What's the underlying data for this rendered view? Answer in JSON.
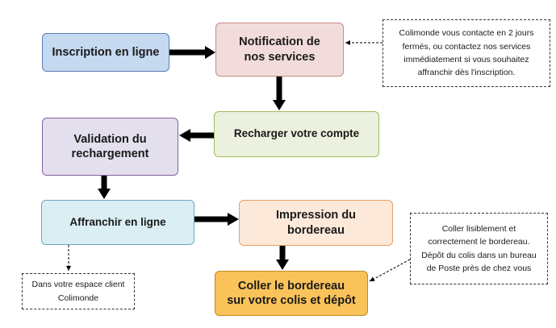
{
  "diagram": {
    "steps": {
      "inscription": {
        "label": "Inscription en ligne",
        "fill": "#c5d9f1",
        "border": "#5b7fb5"
      },
      "notification": {
        "label": "Notification de\nnos services",
        "fill": "#f2dcdb",
        "border": "#c58b89"
      },
      "recharger": {
        "label": "Recharger votre compte",
        "fill": "#ebf1de",
        "border": "#9bbb59"
      },
      "validation": {
        "label": "Validation du\nrechargement",
        "fill": "#e4dfec",
        "border": "#8064a2"
      },
      "affranchir": {
        "label": "Affranchir en ligne",
        "fill": "#daeef3",
        "border": "#6ea6c0"
      },
      "impression": {
        "label": "Impression du\nbordereau",
        "fill": "#fde9d9",
        "border": "#e5a06a"
      },
      "coller": {
        "label": "Coller le bordereau\nsur votre colis et dépôt",
        "fill": "#fac35a",
        "border": "#c08a20"
      }
    },
    "notes": {
      "contact": "Colimonde vous contacte en 2 jours\nfermés, ou contactez nos services\nimmédiatement si vous souhaitez\naffranchir dès l'inscription.",
      "espace_client": "Dans votre espace client\nColimonde",
      "depot": "Coller lisiblement et\ncorrectement le bordereau.\nDépôt du colis dans un bureau\nde Poste près de chez vous"
    }
  }
}
